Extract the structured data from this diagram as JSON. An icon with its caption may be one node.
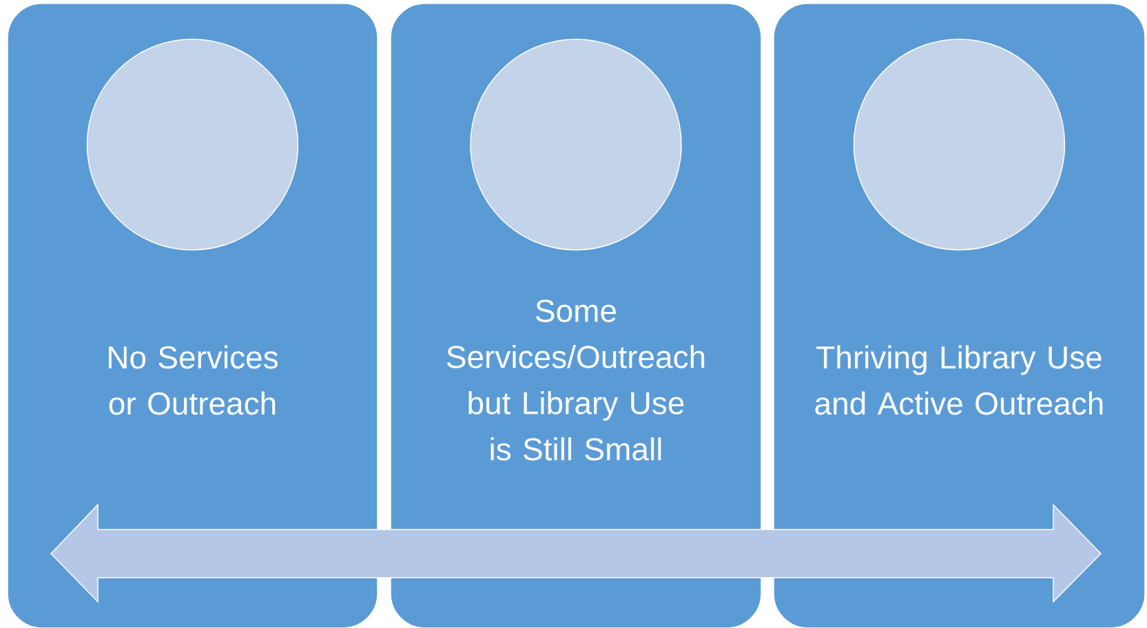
{
  "diagram": {
    "nodes": [
      {
        "text": [
          "No Services or Outreach"
        ]
      },
      {
        "text": [],
        "shape": "circle",
        "in": 0
      },
      {
        "text": [
          "Some Services/Outreach but Library Use is Still Small"
        ]
      },
      {
        "text": [],
        "shape": "circle",
        "in": 2
      },
      {
        "text": [
          "Thriving Library Use and Active Outreach"
        ]
      },
      {
        "text": [],
        "shape": "circle",
        "in": 4
      }
    ]
  }
}
